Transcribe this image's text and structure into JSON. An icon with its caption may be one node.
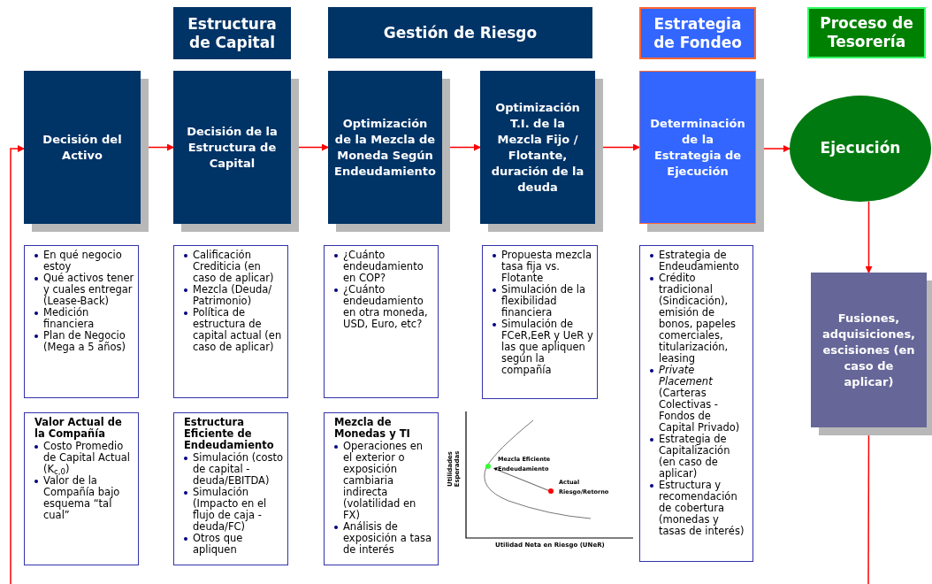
{
  "diagram": {
    "nodes": [
      {
        "text": [
          "Estructura de Capital"
        ]
      },
      {
        "text": [
          "Gestión de Riesgo"
        ]
      },
      {
        "text": [
          "Estrategia de Fondeo"
        ]
      },
      {
        "text": [
          "Proceso de Tesorería"
        ]
      },
      {
        "text": [
          "Decisión del Activo"
        ]
      },
      {
        "text": [
          "Decisión de la Estructura de Capital"
        ]
      },
      {
        "text": [
          "Optimización de la Mezcla de Moneda Según Endeudamiento"
        ]
      },
      {
        "text": [
          "Optimización T.I. de la Mezcla Fijo / Flotante, duración de la deuda"
        ]
      },
      {
        "text": [
          "Determinación de la Estrategia de Ejecución"
        ]
      },
      {
        "text": [
          "Ejecución"
        ]
      },
      {
        "text": [
          "Fusiones, adquisiciones, escisiones (en caso de aplicar)"
        ]
      },
      {
        "text": [
          "En qué negocio estoy",
          "Qué activos tener y cuales entregar (Lease-Back)",
          "Medición financiera",
          "Plan de Negocio (Mega a 5 años)"
        ]
      },
      {
        "text": [
          "Calificación Crediticia (en caso de aplicar)",
          "Mezcla (Deuda/ Patrimonio)",
          "Política de estructura de capital actual (en caso de aplicar)"
        ]
      },
      {
        "text": [
          "¿Cuánto endeudamiento en COP?",
          "¿Cuánto endeudamiento en otra moneda, USD, Euro, etc?"
        ]
      },
      {
        "text": [
          "Propuesta mezcla tasa fija vs. Flotante",
          "Simulación de la flexibilidad financiera",
          "Simulación de FCeR,EeR y UeR y las que apliquen según la compañía"
        ]
      },
      {
        "text": [
          "Estrategia de Endeudamiento",
          "Crédito tradicional (Sindicación), emisión de bonos, papeles comerciales, titularización, leasing",
          "*Private Placement* (Carteras Colectivas - Fondos de Capital Privado)",
          "Estrategia de Capitalización (en caso de aplicar)",
          "Estructura y recomendación de cobertura (monedas y tasas de interés)"
        ]
      },
      {
        "text": [
          "Valor Actual de la Compañía",
          "Costo Promedio de Capital Actual (K$_{c,0}$)",
          "Valor de la Compañía bajo esquema “tal cual”"
        ]
      },
      {
        "text": [
          "Estructura Eficiente de Endeudamiento",
          "Simulación (costo de capital - deuda/EBITDA)",
          "Simulación (Impacto en el flujo de caja - deuda/FC)",
          "Otros que apliquen"
        ]
      },
      {
        "text": [
          "Mezcla de Monedas y TI",
          "Operaciones en el exterior o exposición cambiaria indirecta (volatilidad en FX)",
          "Análisis de exposición a tasa de interés"
        ]
      }
    ],
    "edges": [
      {
        "from": 4,
        "to": 5,
        "arrow": "to"
      },
      {
        "from": 5,
        "to": 6,
        "arrow": "to"
      },
      {
        "from": 6,
        "to": 7,
        "arrow": "to"
      },
      {
        "from": 7,
        "to": 8,
        "arrow": "to"
      },
      {
        "from": 8,
        "to": 9,
        "arrow": "to"
      },
      {
        "from": 9,
        "to": 10,
        "arrow": "to"
      },
      {
        "from": 10,
        "to": null,
        "arrow": "none"
      },
      {
        "from": null,
        "to": 4,
        "arrow": "to"
      }
    ],
    "labels": [
      "Utilidades Esperadas",
      "Mezcla Eficiente Endeudamiento",
      "Actual Riesgo/Retorno",
      "Utilidad Neta en Riesgo (UNeR)"
    ]
  }
}
